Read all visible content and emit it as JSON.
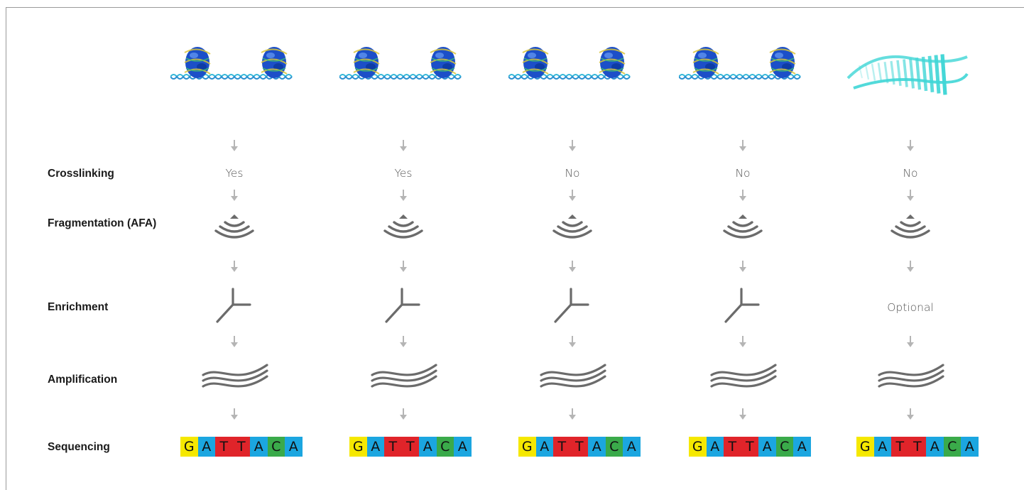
{
  "rows": {
    "crosslinking": "Crosslinking",
    "fragmentation": "Fragmentation (AFA)",
    "enrichment": "Enrichment",
    "amplification": "Amplification",
    "sequencing": "Sequencing"
  },
  "columns": [
    {
      "sample": "chromatin",
      "crosslinking": "Yes",
      "enrichment": "enrichment-icon"
    },
    {
      "sample": "chromatin",
      "crosslinking": "Yes",
      "enrichment": "enrichment-icon"
    },
    {
      "sample": "chromatin",
      "crosslinking": "No",
      "enrichment": "enrichment-icon"
    },
    {
      "sample": "chromatin",
      "crosslinking": "No",
      "enrichment": "enrichment-icon"
    },
    {
      "sample": "dna-helix",
      "crosslinking": "No",
      "enrichment": "Optional"
    }
  ],
  "sequence": {
    "letters": [
      "G",
      "A",
      "T",
      "T",
      "A",
      "C",
      "A"
    ],
    "colors": [
      "#f5e800",
      "#1ba6e0",
      "#e0242a",
      "#e0242a",
      "#1ba6e0",
      "#3aaa4a",
      "#1ba6e0"
    ]
  },
  "icons": {
    "arrow": "arrow-down-icon",
    "fragmentation": "sonication-waves-icon",
    "amplification": "amplification-waves-icon"
  },
  "colors": {
    "icon": "#6b6b6b",
    "arrow": "#b5b5b5",
    "nucleosome": "#1c4fc8",
    "dna_strand": "#35b7d8",
    "helix": "#3fd6d6"
  }
}
